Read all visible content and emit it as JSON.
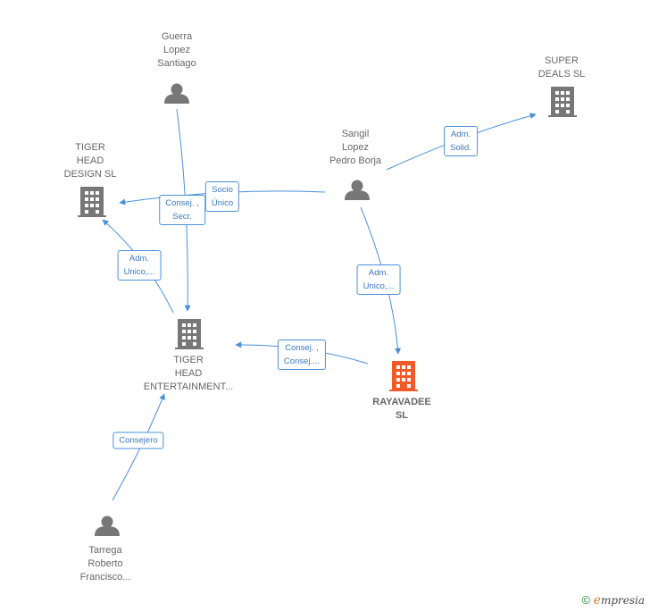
{
  "nodes": {
    "guerra": {
      "lines": [
        "Guerra",
        "Lopez",
        "Santiago"
      ],
      "type": "person"
    },
    "super_deals": {
      "lines": [
        "SUPER",
        "DEALS  SL"
      ],
      "type": "company"
    },
    "tiger_head_design": {
      "lines": [
        "TIGER",
        "HEAD",
        "DESIGN  SL"
      ],
      "type": "company"
    },
    "sangil": {
      "lines": [
        "Sangil",
        "Lopez",
        "Pedro Borja"
      ],
      "type": "person"
    },
    "tiger_head_entertainment": {
      "lines": [
        "TIGER",
        "HEAD",
        "ENTERTAINMENT..."
      ],
      "type": "company"
    },
    "rayavadee": {
      "lines": [
        "RAYAVADEE",
        "SL"
      ],
      "type": "company",
      "highlight": true
    },
    "tarrega": {
      "lines": [
        "Tarrega",
        "Roberto",
        "Francisco..."
      ],
      "type": "person"
    }
  },
  "edges": {
    "sangil_super": [
      "Adm.",
      "Solid."
    ],
    "sangil_design": [
      "Socio",
      "Único"
    ],
    "guerra_design": [
      "Consej. ,",
      "Secr."
    ],
    "ent_design": [
      "Adm.",
      "Unico,..."
    ],
    "sangil_rayavadee": [
      "Adm.",
      "Unico,..."
    ],
    "rayavadee_ent": [
      "Consej. ,",
      "Consej...."
    ],
    "tarrega_ent": [
      "Consejero"
    ]
  },
  "brand": {
    "copyright": "©",
    "e": "e",
    "rest": "mpresia"
  },
  "colors": {
    "edge": "#4a90d9",
    "node": "#777777",
    "highlight": "#f05a28"
  }
}
